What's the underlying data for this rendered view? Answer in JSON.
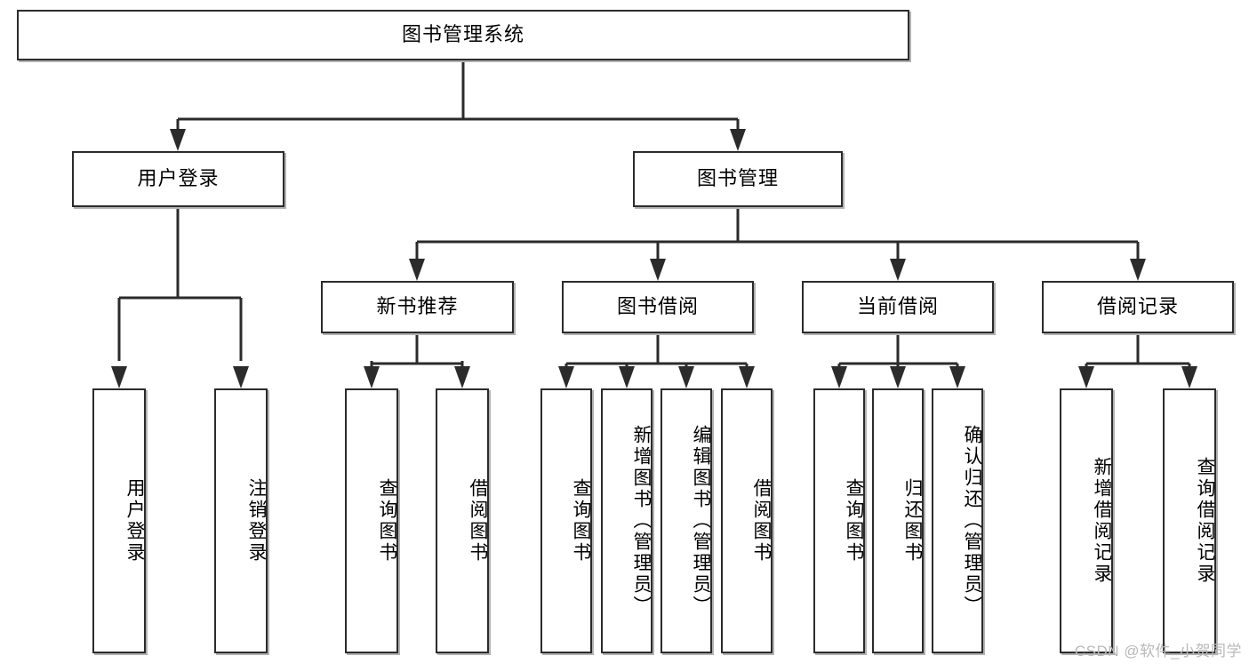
{
  "diagram": {
    "title": "图书管理系统",
    "type": "tree-hierarchy-chart",
    "root": {
      "label": "图书管理系统"
    },
    "level1": [
      {
        "label": "用户登录"
      },
      {
        "label": "图书管理"
      }
    ],
    "level2": [
      {
        "label": "新书推荐"
      },
      {
        "label": "图书借阅"
      },
      {
        "label": "当前借阅"
      },
      {
        "label": "借阅记录"
      }
    ],
    "leaves": {
      "user_login": [
        {
          "label": "用户登录"
        },
        {
          "label": "注销登录"
        }
      ],
      "new_book_recommend": [
        {
          "label": "查询图书"
        },
        {
          "label": "借阅图书"
        }
      ],
      "book_borrow": [
        {
          "label": "查询图书"
        },
        {
          "label": "新增图书（管理员）"
        },
        {
          "label": "编辑图书（管理员）"
        },
        {
          "label": "借阅图书"
        }
      ],
      "current_borrow": [
        {
          "label": "查询图书"
        },
        {
          "label": "归还图书"
        },
        {
          "label": "确认归还（管理员）"
        }
      ],
      "borrow_record": [
        {
          "label": "新增借阅记录"
        },
        {
          "label": "查询借阅记录"
        }
      ]
    }
  },
  "watermark": {
    "text": "CSDN @软件_小贺同学"
  },
  "colors": {
    "border": "#2b2b2b",
    "connector": "#2b2b2b",
    "background": "#ffffff",
    "watermark": "#b9b9b9"
  }
}
